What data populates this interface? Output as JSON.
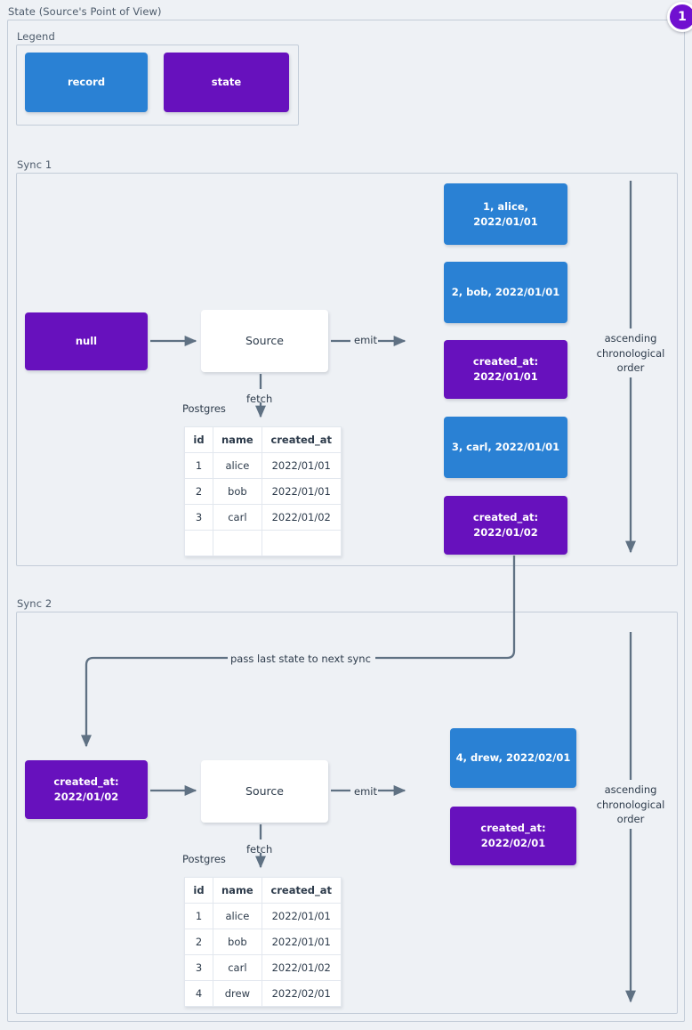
{
  "page": {
    "title": "State (Source's Point of View)",
    "background": "#eef1f5",
    "badge": "1"
  },
  "colors": {
    "record": "#2a81d4",
    "state": "#6711bd",
    "plain": "#ffffff",
    "wire": "#5f7183",
    "frame": "#c3ccd8",
    "badge": "#7010d0"
  },
  "legend": {
    "title": "Legend",
    "items": [
      {
        "label": "record",
        "kind": "record"
      },
      {
        "label": "state",
        "kind": "state"
      }
    ]
  },
  "sync1": {
    "title": "Sync 1",
    "input_state": "null",
    "source": "Source",
    "emit_label": "emit",
    "fetch_label": "fetch",
    "db_label": "Postgres",
    "order_label": "ascending chronological order",
    "table": {
      "columns": [
        "id",
        "name",
        "created_at"
      ],
      "rows": [
        [
          "1",
          "alice",
          "2022/01/01"
        ],
        [
          "2",
          "bob",
          "2022/01/01"
        ],
        [
          "3",
          "carl",
          "2022/01/02"
        ],
        [
          "",
          "",
          ""
        ]
      ]
    },
    "emitted": [
      {
        "kind": "record",
        "line1": "1, alice, 2022/01/01",
        "line2": ""
      },
      {
        "kind": "record",
        "line1": "2, bob, 2022/01/01",
        "line2": ""
      },
      {
        "kind": "state",
        "line1": "created_at:",
        "line2": "2022/01/01"
      },
      {
        "kind": "record",
        "line1": "3, carl, 2022/01/01",
        "line2": ""
      },
      {
        "kind": "state",
        "line1": "created_at:",
        "line2": "2022/01/02"
      }
    ]
  },
  "sync2": {
    "title": "Sync 2",
    "input_state_line1": "created_at:",
    "input_state_line2": "2022/01/02",
    "source": "Source",
    "emit_label": "emit",
    "fetch_label": "fetch",
    "db_label": "Postgres",
    "order_label": "ascending chronological order",
    "pass_label": "pass last state to next sync",
    "table": {
      "columns": [
        "id",
        "name",
        "created_at"
      ],
      "rows": [
        [
          "1",
          "alice",
          "2022/01/01"
        ],
        [
          "2",
          "bob",
          "2022/01/01"
        ],
        [
          "3",
          "carl",
          "2022/01/02"
        ],
        [
          "4",
          "drew",
          "2022/02/01"
        ]
      ]
    },
    "emitted": [
      {
        "kind": "record",
        "line1": "4, drew, 2022/02/01",
        "line2": ""
      },
      {
        "kind": "state",
        "line1": "created_at:",
        "line2": "2022/02/01"
      }
    ]
  }
}
